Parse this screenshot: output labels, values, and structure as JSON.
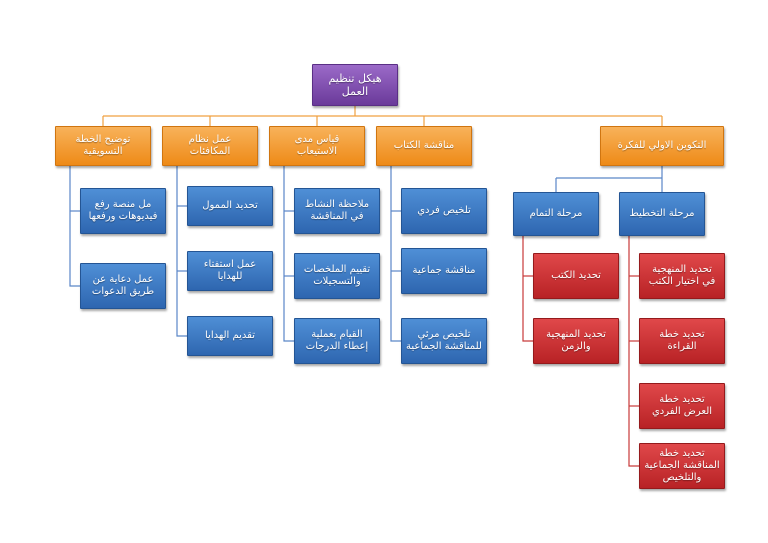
{
  "root": "هيكل تنظيم العمل",
  "branches": {
    "b1": "توضيح الخطة التسويقية",
    "b2": "عمل نظام المكافئات",
    "b3": "قياس مدى الاستيعاب",
    "b4": "مناقشة الكتاب",
    "b5": "التكوين الاولي للفكرة"
  },
  "b1_items": [
    "مل منصة رفع فيديوهات ورفعها",
    "عمل دعاية عن طريق الدعوات"
  ],
  "b2_items": [
    "تحديد الممول",
    "عمل استفتاء للهدايا",
    "تقديم الهدايا"
  ],
  "b3_items": [
    "ملاحظة النشاط في المناقشة",
    "تقييم الملخصات والتسجيلات",
    "القيام بعملية إعطاء الدرجات"
  ],
  "b4_items": [
    "تلخيص فردي",
    "مناقشة جماعية",
    "تلخيص مرئي للمناقشة الجماعية"
  ],
  "b5_sub": {
    "left": "مرحلة التمام",
    "right": "مرحلة التخطيط"
  },
  "tamam_items": [
    "تحديد الكتب",
    "تحديد المنهجية والزمن"
  ],
  "takhtit_items": [
    "تحديد المنهجية في اختيار الكتب",
    "تحديد خطة القراءة",
    "تحديد خطة العرض الفردي",
    "تحديد خطة المناقشة الجماعية والتلخيص"
  ]
}
